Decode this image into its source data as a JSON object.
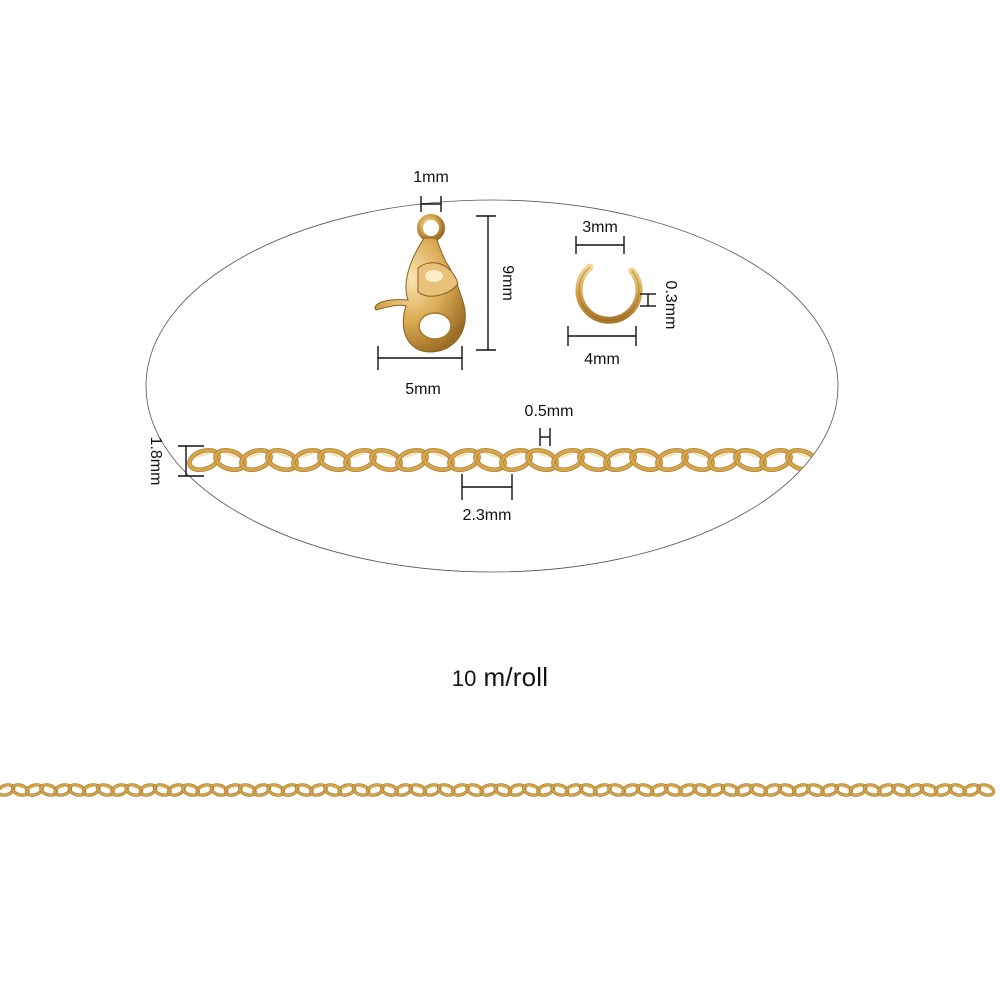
{
  "colors": {
    "background": "#ffffff",
    "gold": "#d4a54a",
    "gold_dark": "#a8772a",
    "gold_light": "#f3d896",
    "line": "#111111",
    "ellipse_outline": "#555555"
  },
  "detail_panel": {
    "clasp": {
      "icon": "lobster-clasp-icon",
      "loop_width": "1mm",
      "height": "9mm",
      "width": "5mm"
    },
    "jump_ring": {
      "icon": "jump-ring-icon",
      "inner_diameter": "3mm",
      "thickness": "0.3mm",
      "outer_diameter": "4mm"
    },
    "chain": {
      "icon": "curb-chain-icon",
      "width": "1.8mm",
      "wire_thickness": "0.5mm",
      "link_length": "2.3mm"
    }
  },
  "caption": {
    "number": "10",
    "unit": "m/roll"
  },
  "roll_chain": {
    "icon": "curb-chain-icon"
  }
}
